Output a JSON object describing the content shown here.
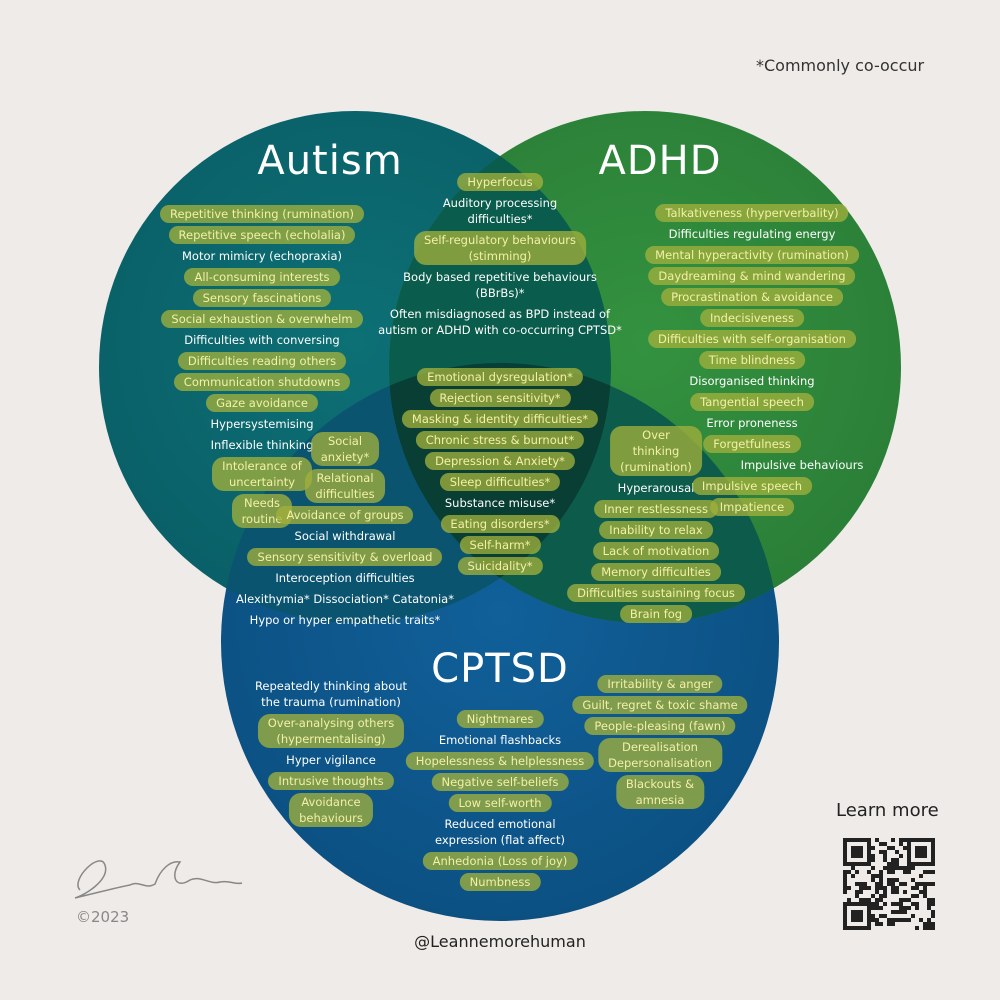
{
  "note": "*Commonly co-occur",
  "titles": {
    "autism": "Autism",
    "adhd": "ADHD",
    "cptsd": "CPTSD"
  },
  "colors": {
    "autism": "#0c6d73",
    "adhd": "#2f8a3d",
    "cptsd": "#0f5a8e",
    "highlight": "#a0af3c"
  },
  "groups": {
    "autism": [
      {
        "text": "Repetitive thinking (rumination)",
        "hl": true
      },
      {
        "text": "Repetitive speech (echolalia)",
        "hl": true
      },
      {
        "text": "Motor mimicry (echopraxia)",
        "hl": false
      },
      {
        "text": "All-consuming interests",
        "hl": true
      },
      {
        "text": "Sensory fascinations",
        "hl": true
      },
      {
        "text": "Social exhaustion & overwhelm",
        "hl": true
      },
      {
        "text": "Difficulties with conversing",
        "hl": false
      },
      {
        "text": "Difficulties reading others",
        "hl": true
      },
      {
        "text": "Communication shutdowns",
        "hl": true
      },
      {
        "text": "Gaze avoidance",
        "hl": true
      },
      {
        "text": "Hypersystemising",
        "hl": false
      },
      {
        "text": "Inflexible thinking",
        "hl": false
      },
      {
        "text": "Intolerance of\nuncertainty",
        "hl": true
      },
      {
        "text": "Needs\nroutine",
        "hl": true
      }
    ],
    "autism_adhd": [
      {
        "text": "Hyperfocus",
        "hl": true
      },
      {
        "text": "Auditory processing\ndifficulties*",
        "hl": false
      },
      {
        "text": "Self-regulatory behaviours\n(stimming)",
        "hl": true
      },
      {
        "text": "Body based repetitive behaviours\n(BBrBs)*",
        "hl": false
      },
      {
        "text": "Often misdiagnosed as BPD instead of\nautism or ADHD with co-occurring CPTSD*",
        "hl": false
      }
    ],
    "adhd": [
      {
        "text": "Talkativeness (hyperverbality)",
        "hl": true
      },
      {
        "text": "Difficulties regulating energy",
        "hl": false
      },
      {
        "text": "Mental hyperactivity (rumination)",
        "hl": true
      },
      {
        "text": "Daydreaming & mind wandering",
        "hl": true
      },
      {
        "text": "Procrastination & avoidance",
        "hl": true
      },
      {
        "text": "Indecisiveness",
        "hl": true
      },
      {
        "text": "Difficulties with self-organisation",
        "hl": true
      },
      {
        "text": "Time blindness",
        "hl": true
      },
      {
        "text": "Disorganised thinking",
        "hl": false
      },
      {
        "text": "Tangential speech",
        "hl": true
      },
      {
        "text": "Error proneness",
        "hl": false
      },
      {
        "text": "Forgetfulness",
        "hl": true
      },
      {
        "text": "Impulsive behaviours",
        "hl": false
      },
      {
        "text": "Impulsive speech",
        "hl": true
      },
      {
        "text": "Impatience",
        "hl": true
      }
    ],
    "all_three": [
      {
        "text": "Emotional dysregulation*",
        "hl": true
      },
      {
        "text": "Rejection sensitivity*",
        "hl": true
      },
      {
        "text": "Masking & identity difficulties*",
        "hl": true
      },
      {
        "text": "Chronic stress & burnout*",
        "hl": true
      },
      {
        "text": "Depression & Anxiety*",
        "hl": true
      },
      {
        "text": "Sleep difficulties*",
        "hl": true
      },
      {
        "text": "Substance misuse*",
        "hl": false
      },
      {
        "text": "Eating disorders*",
        "hl": true
      },
      {
        "text": "Self-harm*",
        "hl": true
      },
      {
        "text": "Suicidality*",
        "hl": true
      }
    ],
    "autism_cptsd": [
      {
        "text": "Social\nanxiety*",
        "hl": true
      },
      {
        "text": "Relational\ndifficulties",
        "hl": true
      },
      {
        "text": "Avoidance of groups",
        "hl": true
      },
      {
        "text": "Social withdrawal",
        "hl": false
      },
      {
        "text": "Sensory sensitivity & overload",
        "hl": true
      },
      {
        "text": "Interoception difficulties",
        "hl": false
      },
      {
        "text": "Alexithymia* Dissociation* Catatonia*",
        "hl": false
      },
      {
        "text": "Hypo or hyper empathetic traits*",
        "hl": false
      }
    ],
    "adhd_cptsd": [
      {
        "text": "Over\nthinking\n(rumination)",
        "hl": true
      },
      {
        "text": "Hyperarousal",
        "hl": false
      },
      {
        "text": "Inner restlessness",
        "hl": true
      },
      {
        "text": "Inability to relax",
        "hl": true
      },
      {
        "text": "Lack of motivation",
        "hl": true
      },
      {
        "text": "Memory difficulties",
        "hl": true
      },
      {
        "text": "Difficulties sustaining focus",
        "hl": true
      },
      {
        "text": "Brain fog",
        "hl": true
      }
    ],
    "cptsd_left": [
      {
        "text": "Repeatedly thinking about\nthe trauma (rumination)",
        "hl": false
      },
      {
        "text": "Over-analysing others\n(hypermentalising)",
        "hl": true
      },
      {
        "text": "Hyper vigilance",
        "hl": false
      },
      {
        "text": "Intrusive thoughts",
        "hl": true
      },
      {
        "text": "Avoidance\nbehaviours",
        "hl": true
      }
    ],
    "cptsd_mid": [
      {
        "text": "Nightmares",
        "hl": true
      },
      {
        "text": "Emotional flashbacks",
        "hl": false
      },
      {
        "text": "Hopelessness & helplessness",
        "hl": true
      },
      {
        "text": "Negative self-beliefs",
        "hl": true
      },
      {
        "text": "Low self-worth",
        "hl": true
      },
      {
        "text": "Reduced emotional\nexpression (flat affect)",
        "hl": false
      },
      {
        "text": "Anhedonia (Loss of joy)",
        "hl": true
      },
      {
        "text": "Numbness",
        "hl": true
      }
    ],
    "cptsd_right": [
      {
        "text": "Irritability & anger",
        "hl": true
      },
      {
        "text": "Guilt, regret & toxic shame",
        "hl": true
      },
      {
        "text": "People-pleasing (fawn)",
        "hl": true
      },
      {
        "text": "Derealisation\nDepersonalisation",
        "hl": true
      },
      {
        "text": "Blackouts &\namnesia",
        "hl": true
      }
    ]
  },
  "learn_more": "Learn more",
  "handle": "@Leannemorehuman",
  "signature": "Leanne Sutton",
  "copyright": "©2023"
}
